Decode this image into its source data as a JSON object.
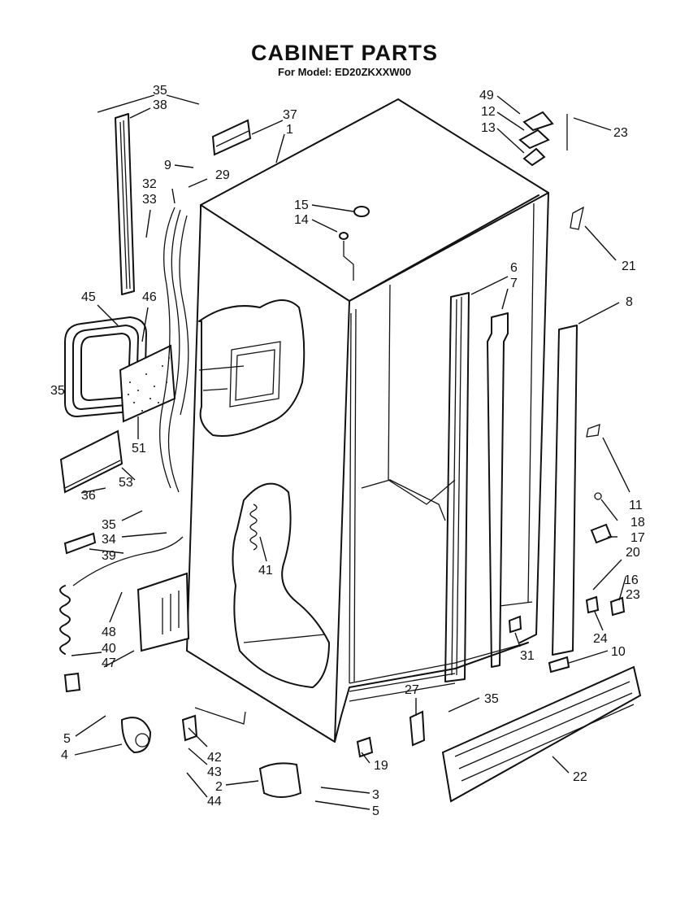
{
  "header": {
    "title": "CABINET PARTS",
    "subtitle": "For Model: ED20ZKXXW00"
  },
  "callouts": {
    "c35a": "35",
    "c38": "38",
    "c37": "37",
    "c1": "1",
    "c9": "9",
    "c29": "29",
    "c32": "32",
    "c33": "33",
    "c49": "49",
    "c12": "12",
    "c13": "13",
    "c23a": "23",
    "c15": "15",
    "c14": "14",
    "c21": "21",
    "c6": "6",
    "c7": "7",
    "c8": "8",
    "c45": "45",
    "c46": "46",
    "c35b": "35",
    "c51": "51",
    "c53": "53",
    "c36": "36",
    "c35c": "35",
    "c34": "34",
    "c39": "39",
    "c41": "41",
    "c11": "11",
    "c18": "18",
    "c17": "17",
    "c20": "20",
    "c16": "16",
    "c23b": "23",
    "c24": "24",
    "c10": "10",
    "c31": "31",
    "c48": "48",
    "c40": "40",
    "c47": "47",
    "c27": "27",
    "c35d": "35",
    "c5a": "5",
    "c4": "4",
    "c42": "42",
    "c43": "43",
    "c2": "2",
    "c44": "44",
    "c3": "3",
    "c5b": "5",
    "c19": "19",
    "c22": "22"
  }
}
